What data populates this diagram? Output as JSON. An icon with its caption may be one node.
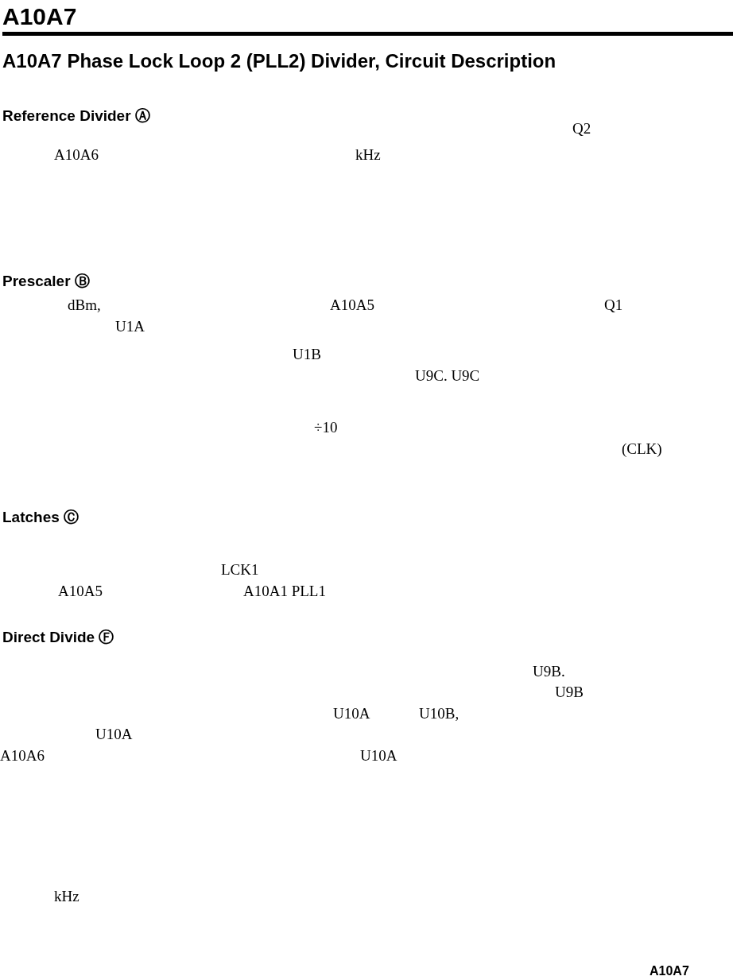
{
  "diagram": {
    "title": "A10A7 Phase Lock Loop 2 (PLL2) Divider, Circuit Description",
    "labels": [
      "A10A7",
      "Reference Divider Ⓐ",
      "Q2",
      "A10A6",
      "kHz",
      "Prescaler Ⓑ",
      "dBm,",
      "A10A5",
      "Q1",
      "U1A",
      "U1B",
      "U9C. U9C",
      "÷10",
      "(CLK)",
      "Latches Ⓒ",
      "LCK1",
      "A10A5",
      "A10A1 PLL1",
      "Direct Divide Ⓕ",
      "U9B.",
      "U9B",
      "U10A",
      "U10B,",
      "U10A",
      "A10A6",
      "U10A",
      "kHz",
      "A10A7"
    ]
  }
}
